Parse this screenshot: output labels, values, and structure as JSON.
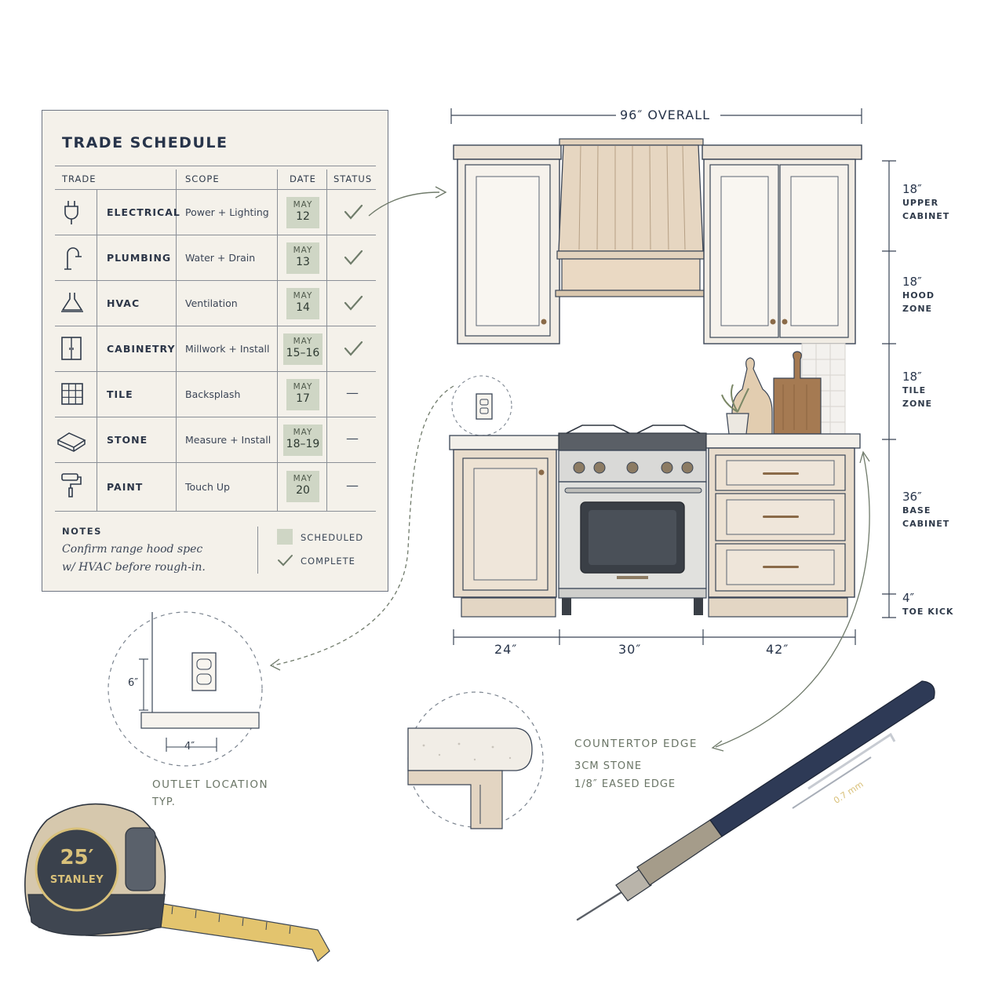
{
  "schedule": {
    "title": "TRADE SCHEDULE",
    "headers": {
      "trade": "TRADE",
      "scope": "SCOPE",
      "date": "DATE",
      "status": "STATUS"
    },
    "rows": [
      {
        "icon": "plug-icon",
        "trade": "ELECTRICAL",
        "scope": "Power + Lighting",
        "month": "MAY",
        "day": "12",
        "status": "complete"
      },
      {
        "icon": "faucet-icon",
        "trade": "PLUMBING",
        "scope": "Water + Drain",
        "month": "MAY",
        "day": "13",
        "status": "complete"
      },
      {
        "icon": "range-hood-icon",
        "trade": "HVAC",
        "scope": "Ventilation",
        "month": "MAY",
        "day": "14",
        "status": "complete"
      },
      {
        "icon": "cabinet-icon",
        "trade": "CABINETRY",
        "scope": "Millwork + Install",
        "month": "MAY",
        "day": "15–16",
        "status": "complete"
      },
      {
        "icon": "tile-grid-icon",
        "trade": "TILE",
        "scope": "Backsplash",
        "month": "MAY",
        "day": "17",
        "status": "scheduled"
      },
      {
        "icon": "stone-slab-icon",
        "trade": "STONE",
        "scope": "Measure + Install",
        "month": "MAY",
        "day": "18–19",
        "status": "scheduled"
      },
      {
        "icon": "paint-roller-icon",
        "trade": "PAINT",
        "scope": "Touch Up",
        "month": "MAY",
        "day": "20",
        "status": "scheduled"
      }
    ],
    "dash": "—",
    "notes_label": "NOTES",
    "notes_line1": "Confirm range hood spec",
    "notes_line2": "w/ HVAC before rough-in.",
    "legend_scheduled": "SCHEDULED",
    "legend_complete": "COMPLETE",
    "colors": {
      "scheduled_fill": "#cfd6c5",
      "check": "#6f7c6a",
      "ink": "#27344a",
      "card": "#f4f1ea"
    }
  },
  "elevation": {
    "overall": "96″ OVERALL",
    "widths": [
      "24″",
      "30″",
      "42″"
    ],
    "heights": [
      {
        "num": "18″",
        "line1": "UPPER",
        "line2": "CABINET"
      },
      {
        "num": "18″",
        "line1": "HOOD",
        "line2": "ZONE"
      },
      {
        "num": "18″",
        "line1": "TILE",
        "line2": "ZONE"
      },
      {
        "num": "36″",
        "line1": "BASE",
        "line2": "CABINET"
      },
      {
        "num": "4″",
        "line1": "TOE KICK",
        "line2": ""
      }
    ]
  },
  "outlet_detail": {
    "height": "6″",
    "offset": "4″",
    "caption1": "OUTLET LOCATION",
    "caption2": "TYP."
  },
  "countertop_detail": {
    "title": "COUNTERTOP EDGE",
    "line1": "3CM STONE",
    "line2": "1/8″ EASED EDGE"
  },
  "tape_measure": {
    "size": "25′",
    "brand": "STANLEY"
  },
  "pencil": {
    "lead": "0.7 mm"
  }
}
